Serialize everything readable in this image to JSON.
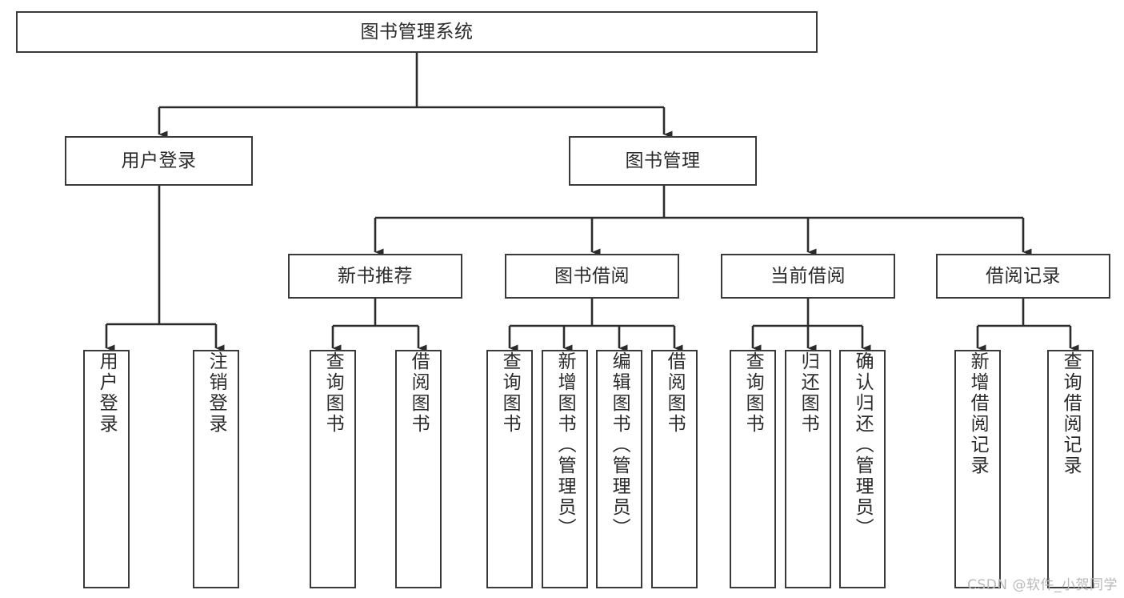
{
  "diagram": {
    "type": "tree",
    "title": "图书管理系统",
    "orientation": "top-down",
    "watermark": "CSDN @软件_小贺同学",
    "colors": {
      "box_stroke": "#3a3a3a",
      "box_fill": "#ffffff",
      "line": "#2b2b2b",
      "text": "#2b2b2b",
      "watermark": "#b9b9b9",
      "background": "#ffffff"
    },
    "levels": {
      "level1": [
        {
          "id": "root",
          "label": "图书管理系统"
        }
      ],
      "level2": [
        {
          "id": "login",
          "label": "用户登录",
          "parent": "root"
        },
        {
          "id": "bookmgmt",
          "label": "图书管理",
          "parent": "root"
        }
      ],
      "level3": [
        {
          "id": "newbook",
          "label": "新书推荐",
          "parent": "bookmgmt"
        },
        {
          "id": "borrow",
          "label": "图书借阅",
          "parent": "bookmgmt"
        },
        {
          "id": "current",
          "label": "当前借阅",
          "parent": "bookmgmt"
        },
        {
          "id": "records",
          "label": "借阅记录",
          "parent": "bookmgmt"
        }
      ],
      "level4": [
        {
          "id": "leaf-user-login",
          "label": "用户登录",
          "parent": "login"
        },
        {
          "id": "leaf-logout",
          "label": "注销登录",
          "parent": "login"
        },
        {
          "id": "leaf-query-book-1",
          "label": "查询图书",
          "parent": "newbook"
        },
        {
          "id": "leaf-borrow-book-1",
          "label": "借阅图书",
          "parent": "newbook"
        },
        {
          "id": "leaf-query-book-2",
          "label": "查询图书",
          "parent": "borrow"
        },
        {
          "id": "leaf-add-book",
          "label": "新增图书（管理员）",
          "parent": "borrow"
        },
        {
          "id": "leaf-edit-book",
          "label": "编辑图书（管理员）",
          "parent": "borrow"
        },
        {
          "id": "leaf-borrow-book-2",
          "label": "借阅图书",
          "parent": "borrow"
        },
        {
          "id": "leaf-query-book-3",
          "label": "查询图书",
          "parent": "current"
        },
        {
          "id": "leaf-return-book",
          "label": "归还图书",
          "parent": "current"
        },
        {
          "id": "leaf-confirm-return",
          "label": "确认归还（管理员）",
          "parent": "current"
        },
        {
          "id": "leaf-add-record",
          "label": "新增借阅记录",
          "parent": "records"
        },
        {
          "id": "leaf-query-record",
          "label": "查询借阅记录",
          "parent": "records"
        }
      ]
    }
  }
}
